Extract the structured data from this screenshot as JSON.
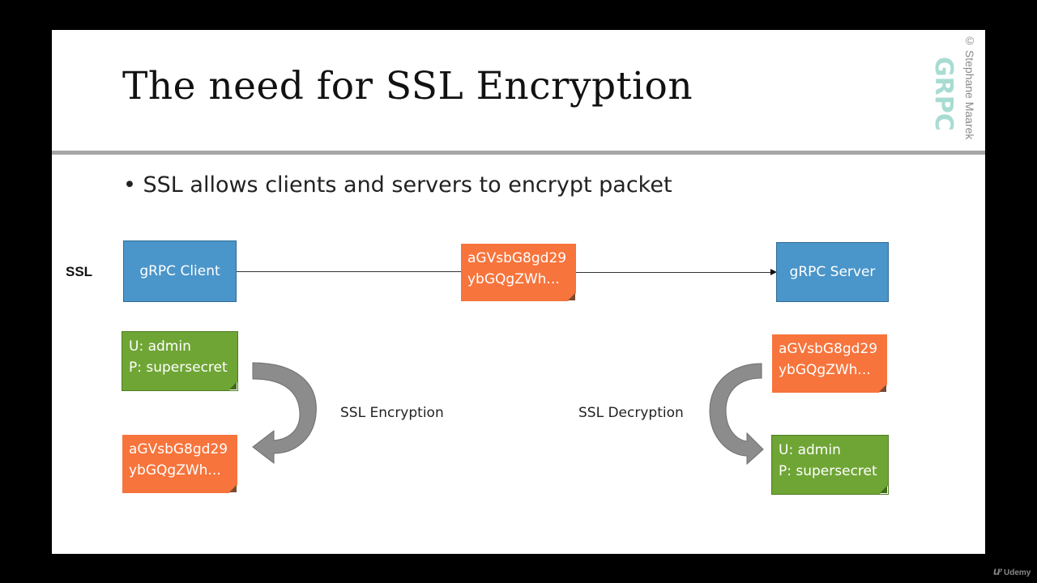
{
  "slide": {
    "title": "The need for SSL Encryption",
    "bullet": "• SSL allows clients and servers to encrypt packet",
    "watermark": {
      "copyright": "© Stephane Maarek",
      "logo_text": "GRPC"
    }
  },
  "diagram": {
    "row_label": "SSL",
    "client_label": "gRPC Client",
    "server_label": "gRPC Server",
    "packet": {
      "line1": "aGVsbG8gd29",
      "line2": "ybGQgZWh..."
    },
    "client_side": {
      "plain": {
        "line1": "U: admin",
        "line2": "P: supersecret"
      },
      "encrypted": {
        "line1": "aGVsbG8gd29",
        "line2": "ybGQgZWh..."
      },
      "caption": "SSL Encryption"
    },
    "server_side": {
      "encrypted": {
        "line1": "aGVsbG8gd29",
        "line2": "ybGQgZWh..."
      },
      "plain": {
        "line1": "U: admin",
        "line2": "P: supersecret"
      },
      "caption": "SSL Decryption"
    },
    "colors": {
      "server_box": "#4a95c9",
      "encrypted_note": "#f7743c",
      "plain_note": "#6fa535",
      "arrow": "#8c8c8c"
    }
  },
  "branding": {
    "platform": "Udemy"
  }
}
